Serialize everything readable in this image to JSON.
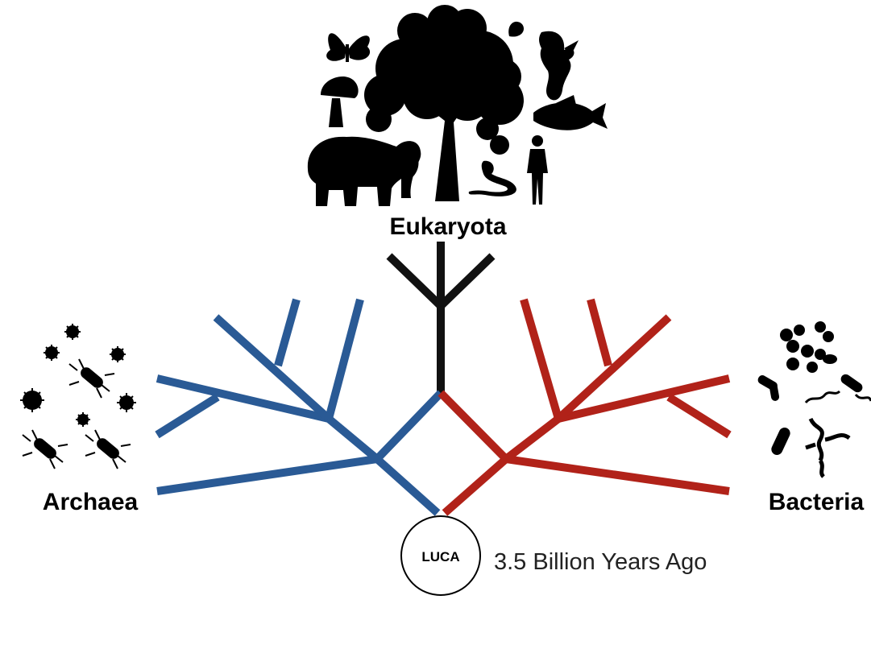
{
  "domains": {
    "eukaryota": {
      "label": "Eukaryota",
      "color": "#111111"
    },
    "archaea": {
      "label": "Archaea",
      "color": "#2a5a95"
    },
    "bacteria": {
      "label": "Bacteria",
      "color": "#b12219"
    }
  },
  "root": {
    "label": "LUCA",
    "caption": "3.5 Billion Years Ago",
    "stem_color": "#9a9a9a"
  },
  "icons": {
    "eukaryota": [
      "butterfly-icon",
      "tree-icon",
      "leaf-icon",
      "bird-icon",
      "mushroom-icon",
      "fish-icon",
      "elephant-icon",
      "snake-icon",
      "human-icon"
    ],
    "archaea": [
      "spiky-cell-icon",
      "tailed-microbe-icon"
    ],
    "bacteria": [
      "coccus-icon",
      "bacillus-icon",
      "spirillum-icon",
      "filament-icon"
    ]
  }
}
